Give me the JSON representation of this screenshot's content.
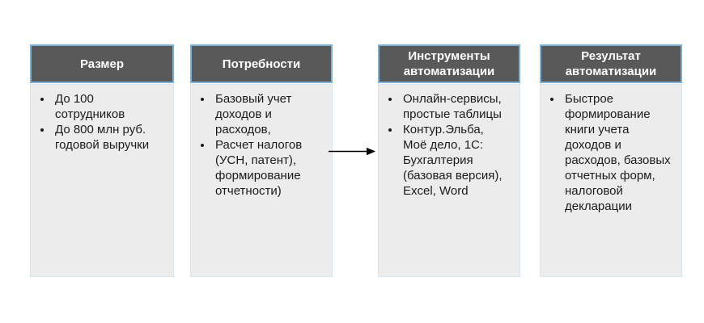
{
  "diagram": {
    "columns": [
      {
        "header": "Размер",
        "items": [
          "До 100\nсотрудников",
          "До 800 млн руб.\nгодовой выручки"
        ]
      },
      {
        "header": "Потребности",
        "items": [
          "Базовый учет\nдоходов и\nрасходов,",
          "Расчет налогов\n(УСН, патент),\nформирование\nотчетности)"
        ]
      },
      {
        "header": "Инструменты\nавтоматизации",
        "items": [
          "Онлайн-сервисы,\nпростые таблицы",
          "Контур.Эльба,\nМоё дело, 1С:\nБухгалтерия\n(базовая версия),\nExcel, Word"
        ]
      },
      {
        "header": "Результат\nавтоматизации",
        "items": [
          "Быстрое\nформирование\nкниги учета\nдоходов и\nрасходов, базовых\nотчетных форм,\nналоговой\nдекларации"
        ]
      }
    ],
    "arrow": {
      "direction": "right"
    },
    "colors": {
      "background": "#ffffff",
      "header_bg": "#595959",
      "header_text": "#ffffff",
      "header_border": "#7ab1d8",
      "body_bg": "#ececec",
      "body_border": "#d9e6f2",
      "body_text": "#1b1b1b",
      "arrow": "#000000"
    }
  }
}
